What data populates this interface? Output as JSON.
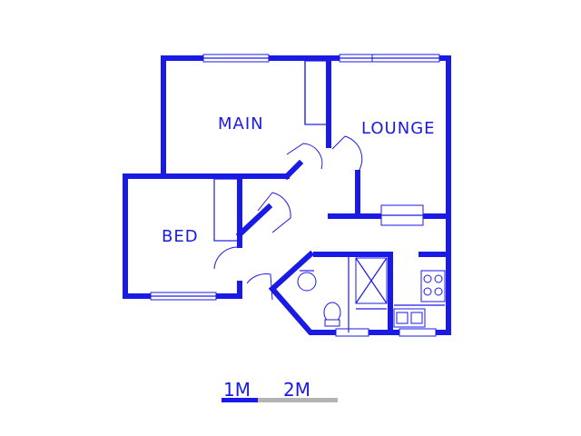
{
  "rooms": {
    "main": "MAIN",
    "lounge": "LOUNGE",
    "bed": "BED"
  },
  "scale": {
    "first": "1M",
    "second": "2M"
  },
  "colors": {
    "wall": "#1a1ae6",
    "scale_bar_dark": "#1a1ae6",
    "scale_bar_light": "#b4b4b4"
  }
}
